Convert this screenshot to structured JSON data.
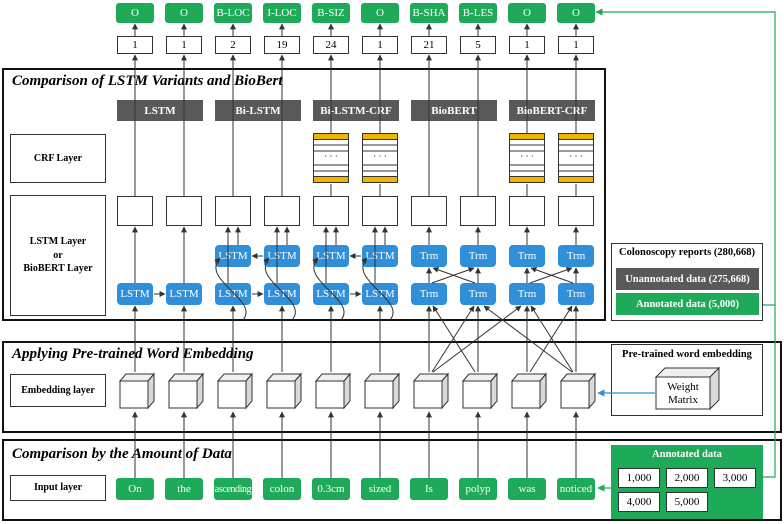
{
  "output_tags": [
    "O",
    "O",
    "B-LOC",
    "I-LOC",
    "B-SIZ",
    "O",
    "B-SHA",
    "B-LES",
    "O",
    "O"
  ],
  "output_numbers": [
    "1",
    "1",
    "2",
    "19",
    "24",
    "1",
    "21",
    "5",
    "1",
    "1"
  ],
  "sections": {
    "comparison_models": "Comparison of LSTM Variants and BioBert",
    "embedding": "Applying Pre-trained Word Embedding",
    "data_amount": "Comparison by the Amount of Data"
  },
  "models": [
    "LSTM",
    "Bi-LSTM",
    "Bi-LSTM-CRF",
    "BioBERT",
    "BioBERT-CRF"
  ],
  "layer_labels": {
    "crf": "CRF Layer",
    "lstm_line1": "LSTM Layer",
    "lstm_line2": "or",
    "lstm_line3": "BioBERT Layer",
    "embedding": "Embedding layer",
    "input": "Input layer"
  },
  "cell_labels": {
    "lstm": "LSTM",
    "trm": "Trm",
    "crf_dots": "· · ·"
  },
  "input_words": [
    "On",
    "the",
    "ascending",
    "colon",
    "0.3cm",
    "sized",
    "Is",
    "polyp",
    "was",
    "noticed"
  ],
  "reports_panel": {
    "title": "Colonoscopy reports (280,668)",
    "unannotated": "Unannotated data (275,668)",
    "annotated": "Annotated data (5,000)"
  },
  "embedding_panel": {
    "title": "Pre-trained word embedding",
    "weight_line1": "Weight",
    "weight_line2": "Matrix"
  },
  "annotated_panel": {
    "title": "Annotated data",
    "amounts": [
      "1,000",
      "2,000",
      "3,000",
      "4,000",
      "5,000"
    ]
  },
  "colors": {
    "green": "#1faa5a",
    "blue": "#2f8fd8",
    "dark_gray": "#595959",
    "crf_accent": "#f0b400"
  }
}
